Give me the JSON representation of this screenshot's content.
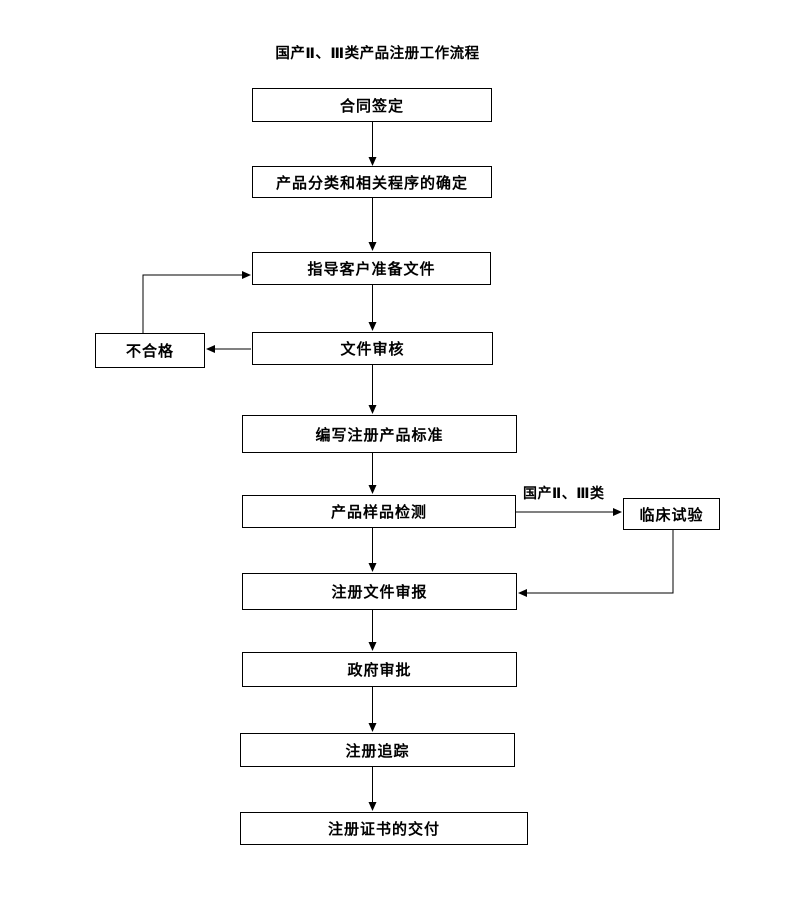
{
  "title": "国产Ⅱ、Ⅲ类产品注册工作流程",
  "nodes": {
    "contract": "合同签定",
    "classification": "产品分类和相关程序的确定",
    "guide": "指导客户准备文件",
    "review": "文件审核",
    "unqualified": "不合格",
    "standard": "编写注册产品标准",
    "sample_test": "产品样品检测",
    "clinical": "临床试验",
    "submission": "注册文件审报",
    "approval": "政府审批",
    "tracking": "注册追踪",
    "delivery": "注册证书的交付"
  },
  "edge_labels": {
    "domestic_class": "国产Ⅱ、Ⅲ类"
  },
  "colors": {
    "background": "#ffffff",
    "line": "#000000",
    "text": "#000000",
    "box_border": "#000000"
  }
}
